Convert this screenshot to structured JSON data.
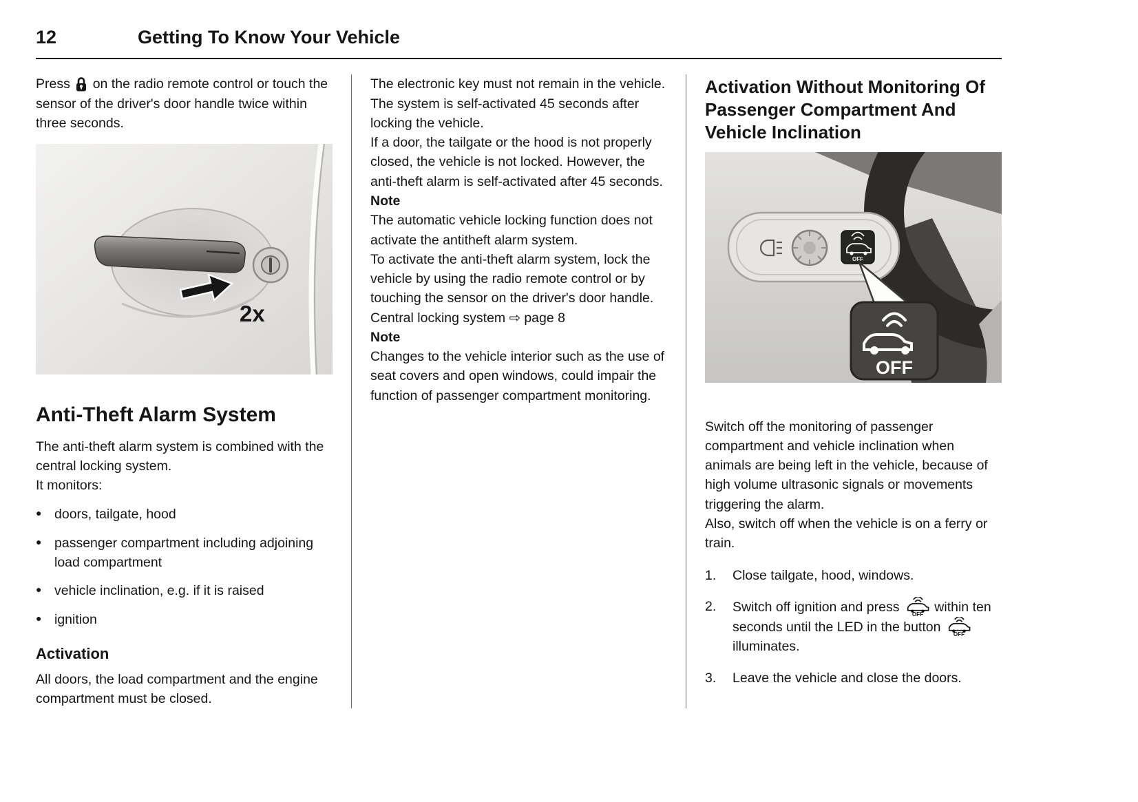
{
  "header": {
    "page_number": "12",
    "title": "Getting To Know Your Vehicle"
  },
  "icons": {
    "lock_icon": "padlock",
    "car_off_icon": "car-ultrasonic-monitoring-off",
    "off_label": "OFF"
  },
  "col1": {
    "press_before": "Press",
    "press_after": "on the radio remote control or touch the sensor of the driver's door handle twice within three seconds.",
    "image_label": "2x",
    "heading": "Anti-Theft Alarm System",
    "para1": "The anti-theft alarm system is combined with the central locking system.",
    "para2": "It monitors:",
    "bullets": [
      "doors, tailgate, hood",
      "passenger compartment including adjoining load compartment",
      "vehicle inclination, e.g. if it is raised",
      "ignition"
    ],
    "subheading": "Activation",
    "activation_text": "All doors, the load compartment and the engine compartment must be closed."
  },
  "col2": {
    "para1": "The electronic key must not remain in the vehicle.",
    "para2": "The system is self-activated 45 seconds after locking the vehicle.",
    "para3": "If a door, the tailgate or the hood is not properly closed, the vehicle is not locked. However, the anti-theft alarm is self-activated after 45 seconds.",
    "note_label1": "Note",
    "note1": "The automatic vehicle locking function does not activate the antitheft alarm system.",
    "para4": "To activate the anti-theft alarm system, lock the vehicle by using the radio remote control or by touching the sensor on the driver's door handle.",
    "cross_ref": "Central locking system ⇨ page 8",
    "note_label2": "Note",
    "note2": "Changes to the vehicle interior such as the use of seat covers and open windows, could impair the function of passenger compartment monitoring."
  },
  "col3": {
    "heading": "Activation Without Monitoring Of Passenger Compartment And Vehicle Inclination",
    "badge_off": "OFF",
    "para1": "Switch off the monitoring of passenger compartment and vehicle inclination when animals are being left in the vehicle, because of high volume ultrasonic signals or movements triggering the alarm.",
    "para2": "Also, switch off when the vehicle is on a ferry or train.",
    "steps": [
      {
        "num": "1.",
        "text": "Close tailgate, hood, windows."
      },
      {
        "num": "2.",
        "before": "Switch off ignition and press",
        "middle": "within ten seconds until the LED in the button",
        "after": "illuminates."
      },
      {
        "num": "3.",
        "text": "Leave the vehicle and close the doors."
      }
    ]
  }
}
